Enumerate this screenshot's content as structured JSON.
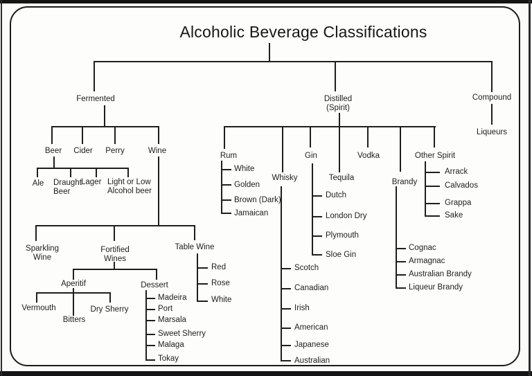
{
  "title": "Alcoholic Beverage Classifications",
  "tree": {
    "fermented": {
      "label": "Fermented",
      "beer": {
        "label": "Beer",
        "items": [
          "Ale",
          "Draught\nBeer",
          "Lager",
          "Light or Low\nAlcohol beer"
        ]
      },
      "cider": {
        "label": "Cider"
      },
      "perry": {
        "label": "Perry"
      },
      "wine": {
        "label": "Wine",
        "sparkling_wine": {
          "label": "Sparkling\nWine"
        },
        "fortified_wines": {
          "label": "Fortified\nWines",
          "aperitif": {
            "label": "Aperitif",
            "items": [
              "Vermouth",
              "Bitters",
              "Dry Sherry"
            ]
          },
          "dessert": {
            "label": "Dessert",
            "items": [
              "Madeira",
              "Port",
              "Marsala",
              "Sweet Sherry",
              "Malaga",
              "Tokay"
            ]
          }
        },
        "table_wine": {
          "label": "Table Wine",
          "items": [
            "Red",
            "Rose",
            "White"
          ]
        }
      }
    },
    "distilled": {
      "label": "Distilled\n(Spirit)",
      "rum": {
        "label": "Rum",
        "items": [
          "White",
          "Golden",
          "Brown (Dark)",
          "Jamaican"
        ]
      },
      "whisky": {
        "label": "Whisky",
        "items": [
          "Scotch",
          "Canadian",
          "Irish",
          "American",
          "Japanese",
          "Australian"
        ]
      },
      "gin": {
        "label": "Gin",
        "items": [
          "Dutch",
          "London Dry",
          "Plymouth",
          "Sloe Gin"
        ]
      },
      "tequila": {
        "label": "Tequila"
      },
      "vodka": {
        "label": "Vodka"
      },
      "brandy": {
        "label": "Brandy",
        "items": [
          "Cognac",
          "Armagnac",
          "Australian Brandy",
          "Liqueur Brandy"
        ]
      },
      "other_spirit": {
        "label": "Other Spirit",
        "items": [
          "Arrack",
          "Calvados",
          "Grappa",
          "Sake"
        ]
      }
    },
    "compound": {
      "label": "Compound",
      "liqueurs": {
        "label": "Liqueurs"
      }
    }
  },
  "colors": {
    "line": "#1e1e1e",
    "text": "#1d1d1d",
    "sheet_background": "#fdfdfc",
    "frame": "#141414"
  }
}
